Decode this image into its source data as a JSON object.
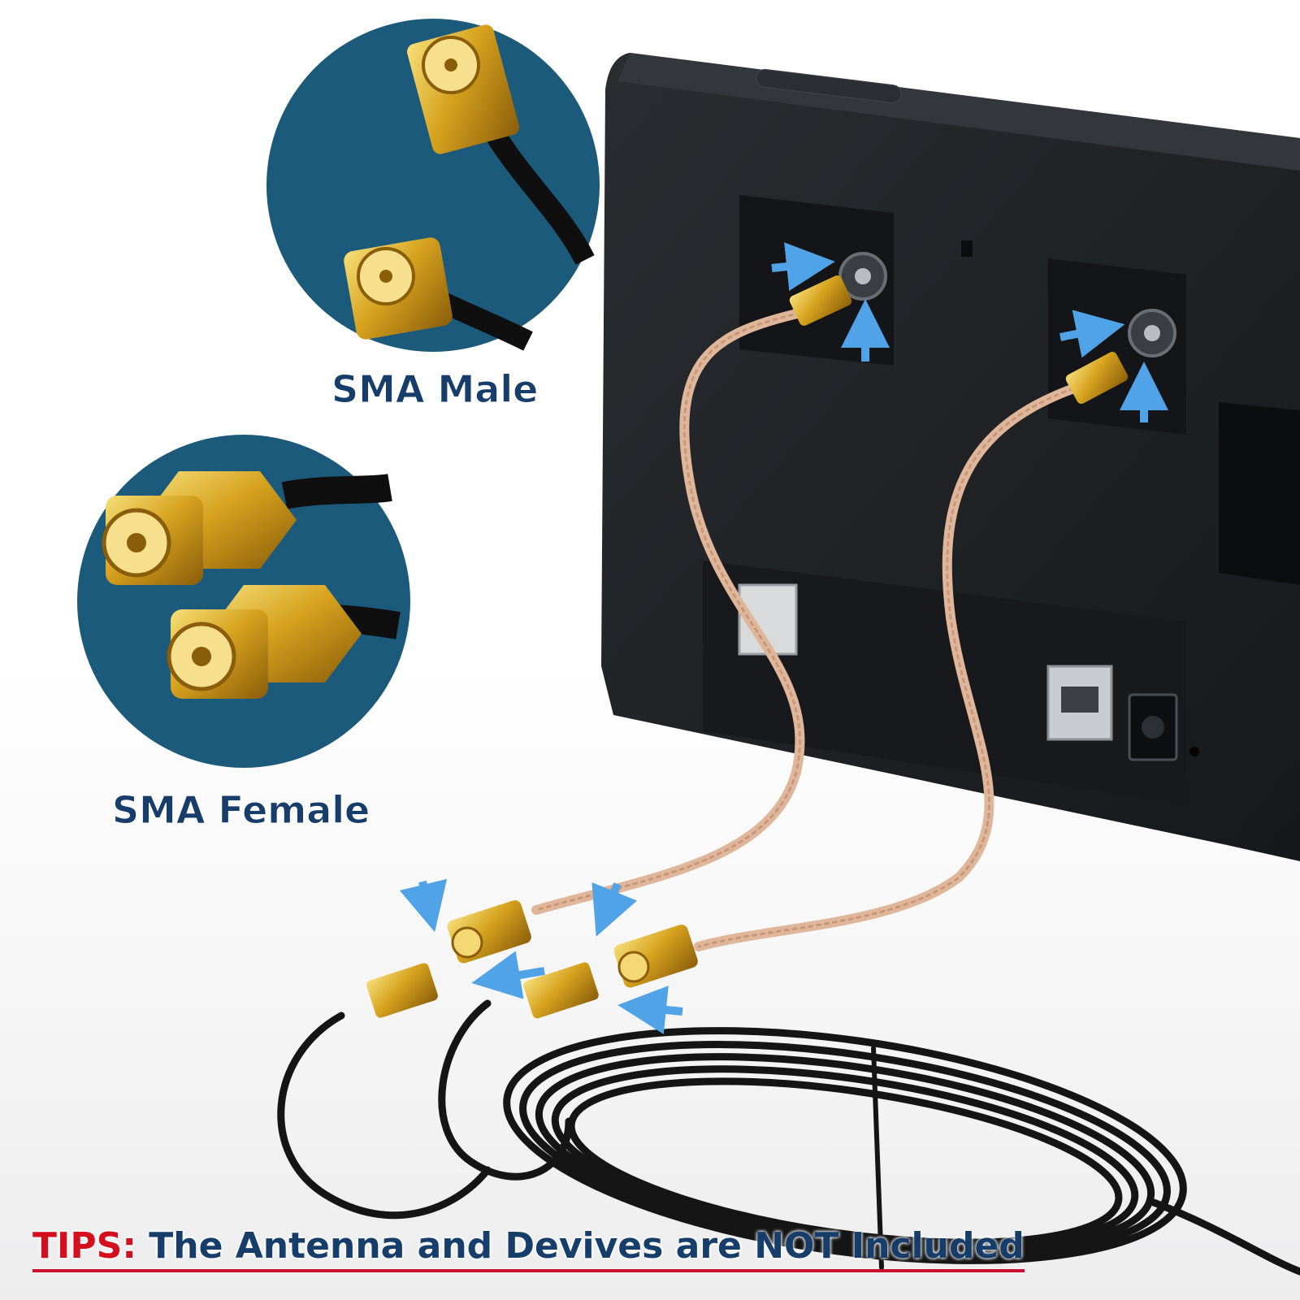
{
  "labels": {
    "male": "SMA Male",
    "female": "SMA Female"
  },
  "tips": {
    "prefix": "TIPS:",
    "text": "The Antenna and Devives are NOT Included"
  },
  "colors": {
    "circle_bg": "#1c5a7b",
    "label_text": "#173e6b",
    "tips_red": "#d4101e",
    "router_body": "#1f2226",
    "gold": "#d6a21e",
    "cable_tan": "#e0b69a",
    "cable_black": "#151515",
    "arrow_blue": "#4fa3e6"
  },
  "icons": {
    "male_circle": "sma-male-connector-icon",
    "female_circle": "sma-female-connector-icon"
  }
}
